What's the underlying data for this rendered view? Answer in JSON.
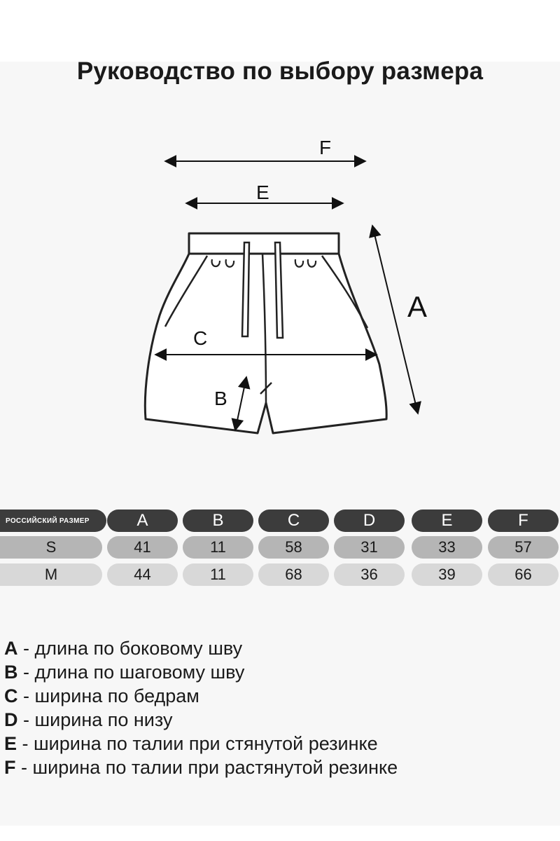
{
  "title": "Руководство по выбору размера",
  "diagram": {
    "labels": {
      "A": "A",
      "B": "B",
      "C": "C",
      "E": "E",
      "F": "F"
    }
  },
  "size_table": {
    "header_label": "РОССИЙСКИЙ РАЗМЕР",
    "columns": [
      "A",
      "B",
      "C",
      "D",
      "E",
      "F"
    ],
    "rows": [
      {
        "size": "S",
        "values": [
          "41",
          "11",
          "58",
          "31",
          "33",
          "57"
        ]
      },
      {
        "size": "M",
        "values": [
          "44",
          "11",
          "68",
          "36",
          "39",
          "66"
        ]
      }
    ]
  },
  "legend": [
    {
      "letter": "A",
      "text": " - длина по боковому шву"
    },
    {
      "letter": "B",
      "text": " - длина по шаговому шву"
    },
    {
      "letter": "C",
      "text": " - ширина по бедрам"
    },
    {
      "letter": "D",
      "text": " - ширина по низу"
    },
    {
      "letter": "E",
      "text": " - ширина по талии при стянутой резинке"
    },
    {
      "letter": "F",
      "text": " - ширина по талии при растянутой резинке"
    }
  ],
  "colors": {
    "header_pill": "#3c3c3c",
    "row_s_pill": "#b5b5b5",
    "row_m_pill": "#d8d8d8",
    "band": "#f7f7f7"
  }
}
